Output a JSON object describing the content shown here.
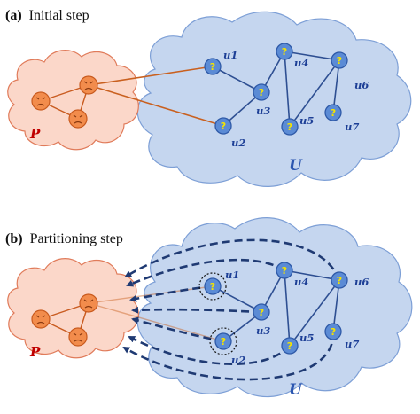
{
  "panels": [
    {
      "id": "a",
      "letter": "(a)",
      "title": "Initial step",
      "set_u": "U",
      "set_p": "P",
      "nodes": [
        "u1",
        "u2",
        "u3",
        "u4",
        "u5",
        "u6",
        "u7"
      ]
    },
    {
      "id": "b",
      "letter": "(b)",
      "title": "Partitioning step",
      "set_u": "U",
      "set_p": "P",
      "nodes": [
        "u1",
        "u2",
        "u3",
        "u4",
        "u5",
        "u6",
        "u7"
      ]
    }
  ],
  "node_glyph": "?",
  "colors": {
    "cloud_u_fill": "#c5d6ef",
    "cloud_u_stroke": "#7d9fd6",
    "cloud_p_fill": "#fbd7c9",
    "cloud_p_stroke": "#e07b5a",
    "node_u_fill": "#5b8bd5",
    "node_u_stroke": "#2f5aa8",
    "node_p_fill": "#f28c4c",
    "node_p_stroke": "#c85a1e",
    "edge_u": "#2e4f92",
    "edge_link": "#c9601f",
    "arrow": "#1f3a73"
  }
}
